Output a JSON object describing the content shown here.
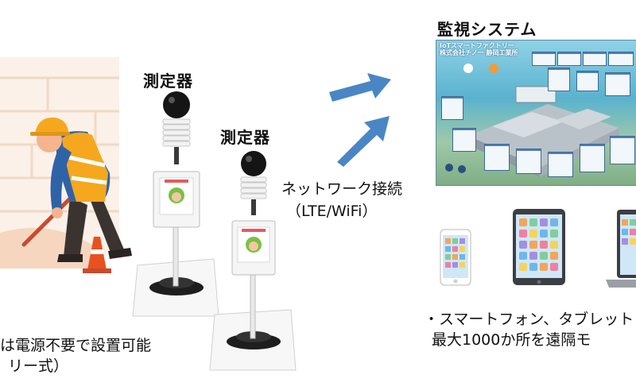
{
  "labels": {
    "device_1": "測定器",
    "device_2": "測定器",
    "monitoring_system": "監視システム",
    "network_line1": "ネットワーク接続",
    "network_line2": "（LTE/WiFi）",
    "left_caption_line1": "は電源不要で設置可能",
    "left_caption_line2": "リー式）",
    "right_caption_line1": "・スマートフォン、タブレット",
    "right_caption_line2": "最大1000か所を遠隔モ"
  },
  "monitor": {
    "title_line1": "IoTスマートファクトリー",
    "title_line2": "株式会社チノー 静岡工業所"
  },
  "colors": {
    "arrow": "#4a86c5",
    "vest": "#f5a81d",
    "helmet": "#f5a81d",
    "brick": "#f6e4d6",
    "cone": "#e8521f",
    "tablet_frame": "#3b3f44"
  }
}
